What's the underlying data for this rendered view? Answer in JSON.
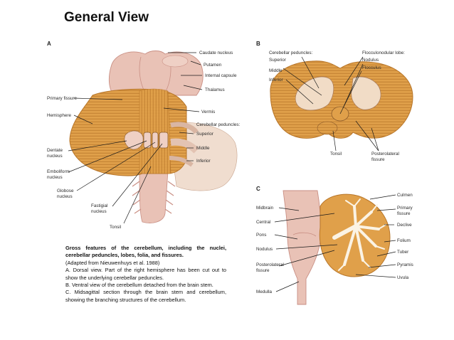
{
  "title": "General View",
  "panels": {
    "a": {
      "letter": "A",
      "labels": {
        "caudate": "Caudate nucleus",
        "putamen": "Putamen",
        "internal_capsule": "Internal capsule",
        "thalamus": "Thalamus",
        "vermis": "Vermis",
        "peduncles_title": "Cerebellar peduncles:",
        "superior": "Superior",
        "middle": "Middle",
        "inferior": "Inferior",
        "primary_fissure": "Primary fissure",
        "hemisphere": "Hemisphere",
        "dentate_1": "Dentate",
        "dentate_2": "nucleus",
        "emboliform_1": "Emboliform",
        "emboliform_2": "nucleus",
        "globose_1": "Globose",
        "globose_2": "nucleus",
        "fastigial_1": "Fastigial",
        "fastigial_2": "nucleus",
        "tonsil": "Tonsil"
      }
    },
    "b": {
      "letter": "B",
      "labels": {
        "peduncles_title": "Cerebellar peduncles:",
        "superior": "Superior",
        "middle": "Middle",
        "inferior": "Inferior",
        "flocculonodular": "Flocculonodular lobe:",
        "nodulus": "Nodulus",
        "flocculus": "Flocculus",
        "tonsil": "Tonsil",
        "posterolateral_1": "Posterolateral",
        "posterolateral_2": "fissure"
      }
    },
    "c": {
      "letter": "C",
      "labels": {
        "midbrain": "Midbrain",
        "central": "Central",
        "pons": "Pons",
        "nodulus": "Nodulus",
        "posterolateral_1": "Posterolateral",
        "posterolateral_2": "fissure",
        "medulla": "Medulla",
        "culmen": "Culmen",
        "primary_1": "Primary",
        "primary_2": "fissure",
        "declive": "Declive",
        "folium": "Folium",
        "tuber": "Tuber",
        "pyramis": "Pyramis",
        "uvula": "Uvula"
      }
    }
  },
  "caption": {
    "heading": "Gross features of the cerebellum, including the nuclei, cerebellar peduncles, lobes, folia, and fissures.",
    "source": "(Adapted from Nieuwenhuys et al. 1988)",
    "a": "A. Dorsal view. Part of the right hemisphere has been cut out to show the underlying cerebellar peduncles.",
    "b": "B. Ventral view of the cerebellum detached from the brain stem.",
    "c": "C. Midsagittal section through the brain stem and cerebellum, showing the branching structures of the cerebellum."
  },
  "colors": {
    "cerebellum": "#e0a04a",
    "cerebellum_dark": "#b8762a",
    "brainstem": "#e9c2b6",
    "brainstem_dark": "#c98f84",
    "peduncle_cut": "#f1dcc6",
    "arbor_vitae": "#fbf3e4"
  }
}
